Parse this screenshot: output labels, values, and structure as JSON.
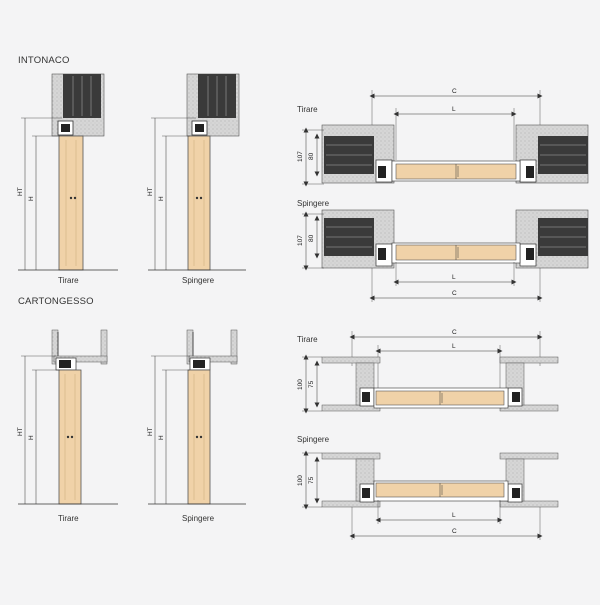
{
  "sections": {
    "intonaco": "INTONACO",
    "cartongesso": "CARTONGESSO"
  },
  "captions": {
    "tirare": "Tirare",
    "spingere": "Spingere"
  },
  "dims": {
    "ht": "HT",
    "h": "H",
    "c": "C",
    "l": "L",
    "wall_plaster": "107",
    "frame_plaster": "80",
    "wall_gypsum": "100",
    "frame_gypsum": "75"
  },
  "colors": {
    "background": "#f4f4f5",
    "plaster": "#d8d8d8",
    "leaf": "#f0d2a8",
    "counterframe": "#3a3a3a",
    "line": "#333333"
  }
}
